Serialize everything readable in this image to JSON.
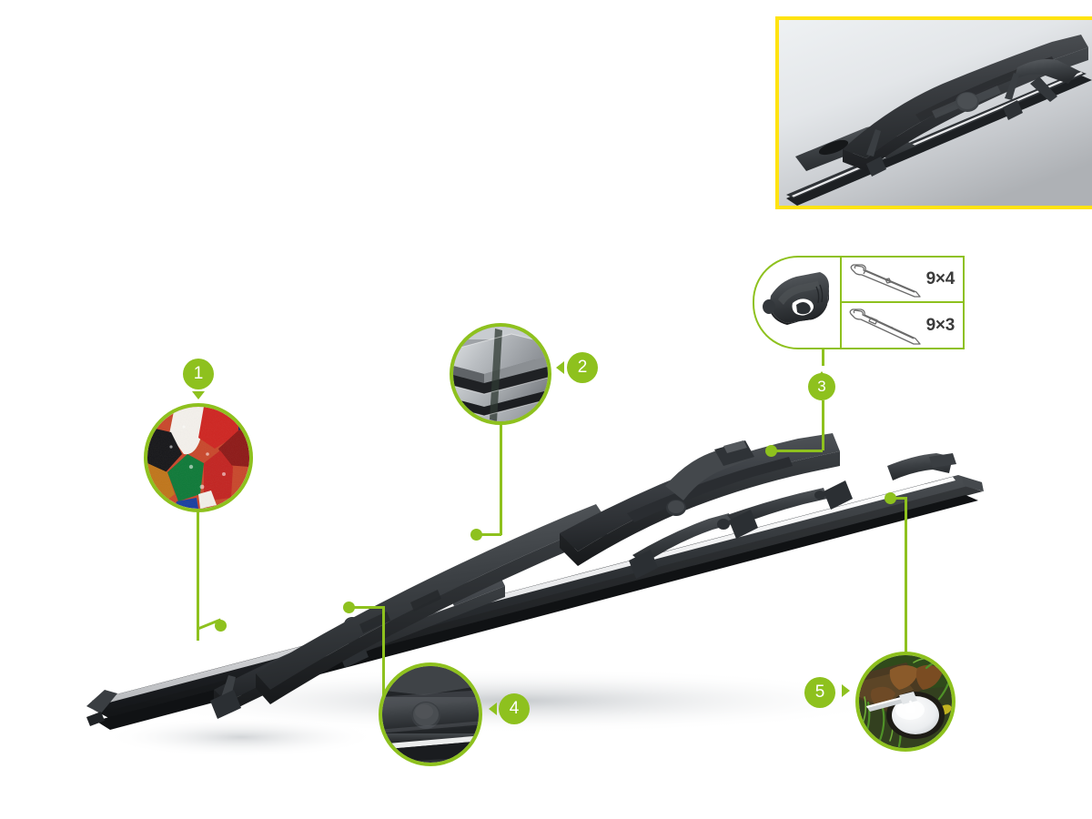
{
  "page": {
    "title": "Wiper Blade Product Feature Infographic",
    "background_color": "#ffffff",
    "accent_color": "#8ec11e",
    "highlight_color": "#ffe310",
    "product_color": "#36393c"
  },
  "inset": {
    "name": "product-closeup-inset",
    "caption": "",
    "border_color": "#ffe310",
    "subject": "wiper-blade-closeup-render"
  },
  "callouts": [
    {
      "id": "1",
      "number": "1",
      "badge_position": "above-bubble",
      "pointer": "down",
      "image_subject": "colour-pigment-powder-piles",
      "colors": [
        "#ffffff",
        "#d32a22",
        "#1a1a1a",
        "#0d7a36",
        "#c4771c",
        "#1a3a8f",
        "#8c1a18"
      ]
    },
    {
      "id": "2",
      "number": "2",
      "badge_position": "right-of-bubble",
      "pointer": "left",
      "image_subject": "stacked-steel-sheet-metal",
      "colors": [
        "#c9cdd0",
        "#9aa0a5",
        "#2a2a2a"
      ]
    },
    {
      "id": "3",
      "number": "3",
      "badge_position": "below-spec-panel",
      "pointer": "up",
      "image_subject": "hook-adapter-and-arm-fitment-chart"
    },
    {
      "id": "4",
      "number": "4",
      "badge_position": "right-of-bubble",
      "pointer": "left",
      "image_subject": "blade-body-rivet-detail",
      "colors": [
        "#3a3d41",
        "#1e2023",
        "#e8e8e8"
      ]
    },
    {
      "id": "5",
      "number": "5",
      "badge_position": "left-of-bubble",
      "pointer": "right",
      "image_subject": "natural-rubber-latex-tapping",
      "colors": [
        "#3e6b1f",
        "#7a4a22",
        "#f2f2ef"
      ]
    }
  ],
  "spec_panel": {
    "name": "arm-fitment-spec-panel",
    "adapter_label": "",
    "rows": [
      {
        "label": "9×4",
        "drawing": "hook-arm-9x4"
      },
      {
        "label": "9×3",
        "drawing": "hook-arm-9x3"
      }
    ]
  },
  "product": {
    "name": "conventional-frame-wiper-blade",
    "orientation": "diagonal",
    "body_color": "#35383b",
    "squeegee_color": "#232629",
    "spline_color": "#f0f0f0"
  }
}
